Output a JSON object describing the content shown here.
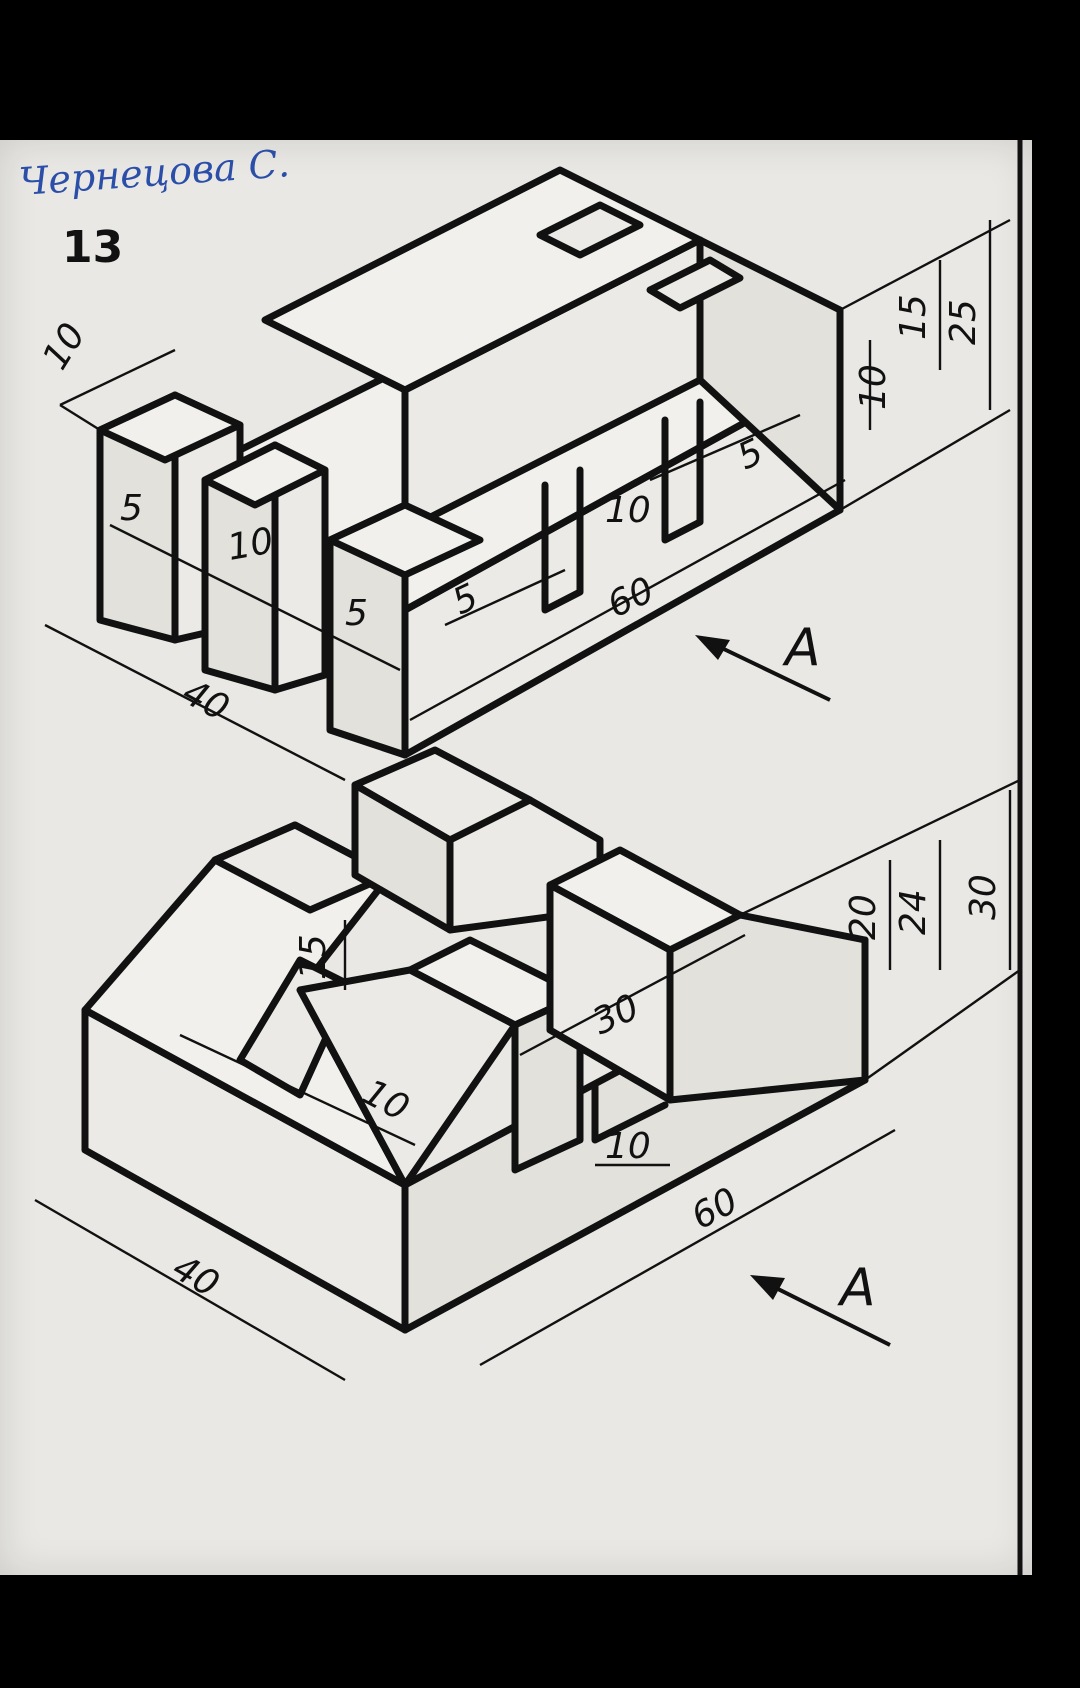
{
  "signature": "Чернецова С.",
  "task_number": "13",
  "top_view_label": "A",
  "bottom_view_label": "A",
  "top_dims": {
    "d10_a": "10",
    "d5_a": "5",
    "d10_b": "10",
    "d5_b": "5",
    "d40": "40",
    "d5_c": "5",
    "d10_c": "10",
    "d60": "60",
    "d5_d": "5",
    "d10_d": "10",
    "d15": "15",
    "d25": "25"
  },
  "bottom_dims": {
    "d15": "15",
    "d10_a": "10",
    "d30": "30",
    "d10_b": "10",
    "d20": "20",
    "d24": "24",
    "d30_b": "30",
    "d40": "40",
    "d60": "60"
  },
  "colors": {
    "paper": "#e9e8e4",
    "ink": "#111111",
    "signature_ink": "#2b4fa8"
  }
}
